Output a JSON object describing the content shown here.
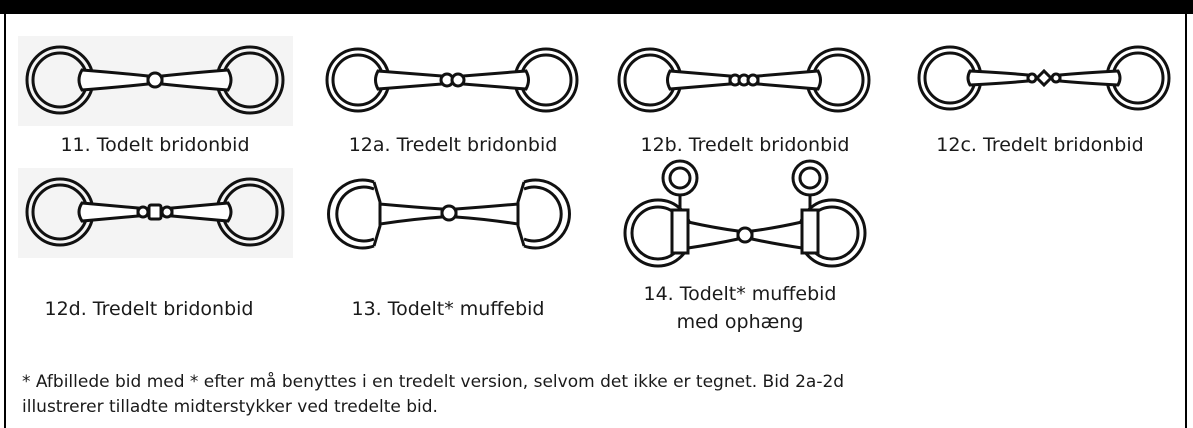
{
  "bits": [
    {
      "id": "11",
      "caption": "11.  Todelt bridonbid",
      "icon": "two-piece-loose-ring-bit-icon"
    },
    {
      "id": "12a",
      "caption": "12a. Tredelt bridonbid",
      "icon": "three-piece-loose-ring-bit-icon"
    },
    {
      "id": "12b",
      "caption": "12b. Tredelt bridonbid",
      "icon": "three-piece-link-loose-ring-bit-icon"
    },
    {
      "id": "12c",
      "caption": "12c. Tredelt bridonbid",
      "icon": "three-piece-lozenge-loose-ring-bit-icon"
    },
    {
      "id": "12d",
      "caption": "12d. Tredelt bridonbid",
      "icon": "three-piece-roller-loose-ring-bit-icon"
    },
    {
      "id": "13",
      "caption": "13. Todelt* muffebid",
      "icon": "two-piece-eggbutt-bit-icon"
    },
    {
      "id": "14",
      "caption_line1": "14. Todelt* muffebid",
      "caption_line2": "med ophæng",
      "icon": "two-piece-baucher-bit-icon"
    }
  ],
  "footnote": {
    "line1": "* Afbillede bid med * efter må benyttes i en tredelt version, selvom det ikke er tegnet. Bid 2a-2d",
    "line2": "illustrerer tilladte midterstykker ved tredelte bid."
  }
}
